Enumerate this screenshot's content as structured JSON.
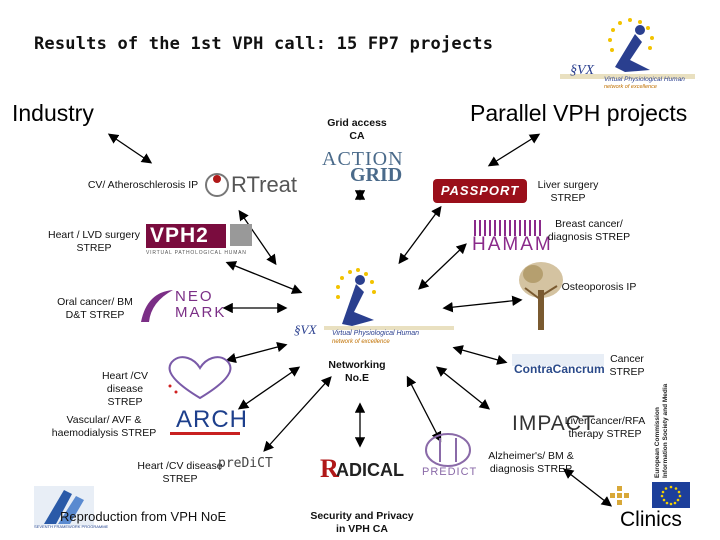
{
  "header": {
    "title": "Results of the 1st VPH call: 15 FP7 projects"
  },
  "corners": {
    "industry": "Industry",
    "parallel": "Parallel VPH projects",
    "clinics": "Clinics"
  },
  "top_logo": {
    "caption": "Virtual Physiological Human",
    "subcaption": "network of excellence"
  },
  "center": {
    "caption": "Virtual Physiological Human",
    "subcaption": "network of excellence",
    "label": "Networking No.E"
  },
  "projects": {
    "grid_access": "Grid access CA",
    "cv_athero": "CV/ Atheroschlerosis IP",
    "heart_lvd": "Heart / LVD surgery STREP",
    "oral_cancer": "Oral cancer/ BM D&T STREP",
    "heart_cv_1": "Heart /CV disease STREP",
    "vascular": "Vascular/ AVF & haemodialysis STREP",
    "heart_cv_2": "Heart /CV disease STREP",
    "security": "Security and Privacy in VPH CA",
    "liver_surgery": "Liver surgery STREP",
    "breast_cancer": "Breast cancer/ diagnosis STREP",
    "osteoporosis": "Osteoporosis IP",
    "cancer": "Cancer STREP",
    "liver_rfa": "Liver cancer/RFA therapy STREP",
    "alzheimers": "Alzheimer's/ BM & diagnosis STREP"
  },
  "logos": {
    "actiongrid_1": "ACTION",
    "actiongrid_2": "GRID",
    "rtreat": "RTreat",
    "passport": "PASSPORT",
    "vph2": "VPH2",
    "vph2_sub": "VIRTUAL PATHOLOGICAL HUMAN",
    "hamam": "HAMAM",
    "neomark_1": "NEO",
    "neomark_2": "MARK",
    "contracancrum": "ContraCancrum",
    "arch": "ARCH",
    "impact": "IMPACT",
    "predict": "PREDICT",
    "radical": "ADICAL",
    "predict_small": "preDiCT"
  },
  "footer": {
    "reproduction": "Reproduction from VPH NoE",
    "ec_line1": "European Commission",
    "ec_line2": "Information Society and Media",
    "fp7": "SEVENTH FRAMEWORK PROGRAMME"
  }
}
